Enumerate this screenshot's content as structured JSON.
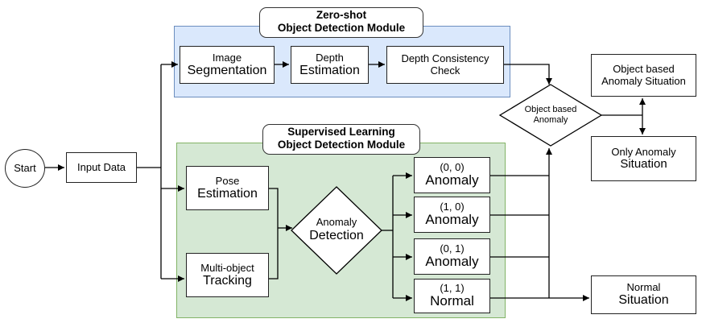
{
  "modules": {
    "zero_shot": {
      "title_line1": "Zero-shot",
      "title_line2": "Object Detection Module"
    },
    "supervised": {
      "title_line1": "Supervised Learning",
      "title_line2": "Object Detection Module"
    }
  },
  "nodes": {
    "start": "Start",
    "input_data": "Input Data",
    "image_segmentation": {
      "line1": "Image",
      "line2": "Segmentation"
    },
    "depth_estimation": {
      "line1": "Depth",
      "line2": "Estimation"
    },
    "depth_consistency": {
      "line1": "Depth Consistency",
      "line2": "Check"
    },
    "object_anomaly_decision": {
      "line1": "Object based",
      "line2": "Anomaly"
    },
    "object_anomaly_situation": {
      "line1": "Object based",
      "line2": "Anomaly Situation"
    },
    "only_anomaly_situation": {
      "line1": "Only Anomaly",
      "line2": "Situation"
    },
    "pose_estimation": {
      "line1": "Pose",
      "line2": "Estimation"
    },
    "multi_object_tracking": {
      "line1": "Multi-object",
      "line2": "Tracking"
    },
    "anomaly_detection": {
      "line1": "Anomaly",
      "line2": "Detection"
    },
    "out_00": {
      "code": "(0, 0)",
      "label": "Anomaly"
    },
    "out_10": {
      "code": "(1, 0)",
      "label": "Anomaly"
    },
    "out_01": {
      "code": "(0, 1)",
      "label": "Anomaly"
    },
    "out_11": {
      "code": "(1, 1)",
      "label": "Normal"
    },
    "normal_situation": {
      "line1": "Normal",
      "line2": "Situation"
    }
  },
  "colors": {
    "zero_shot_fill": "#dae8fc",
    "zero_shot_border": "#6c8ebf",
    "supervised_fill": "#d5e8d4",
    "supervised_border": "#82b366",
    "line": "#000000"
  }
}
